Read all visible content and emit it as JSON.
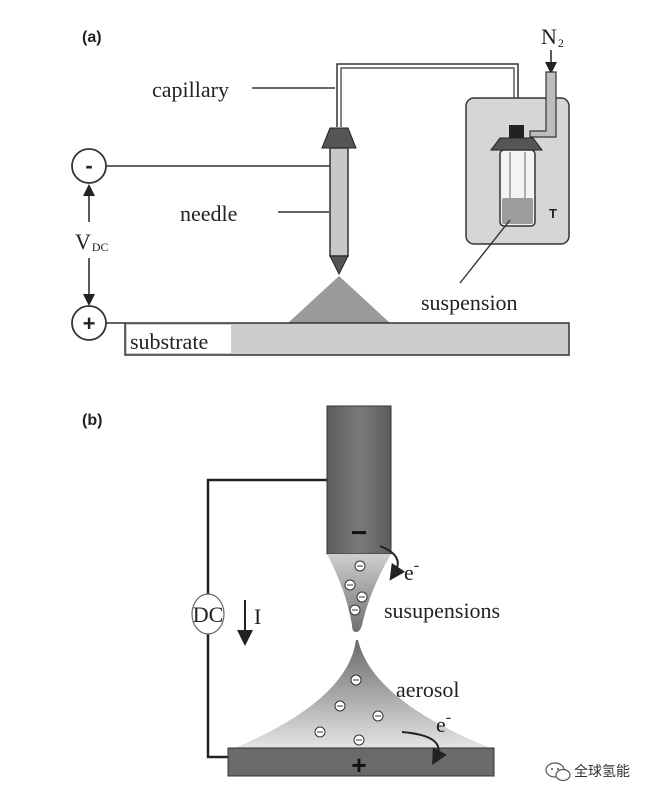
{
  "panel_a": {
    "label": "(a)",
    "capillary": "capillary",
    "needle": "needle",
    "vdc_main": "V",
    "vdc_sub": "DC",
    "minus": "-",
    "plus": "+",
    "n2_main": "N",
    "n2_sub": "2",
    "t_label": "T",
    "suspension": "suspension",
    "substrate": "substrate"
  },
  "panel_b": {
    "label": "(b)",
    "minus": "−",
    "plus": "+",
    "electron_top": "e",
    "electron_top_sup": "-",
    "susupensions": "susupensions",
    "dc": "DC",
    "current": "I",
    "aerosol": "aerosol",
    "electron_bottom": "e",
    "electron_bottom_sup": "-",
    "charge_symbol": "⊖"
  },
  "watermark": {
    "text": "全球氢能"
  }
}
